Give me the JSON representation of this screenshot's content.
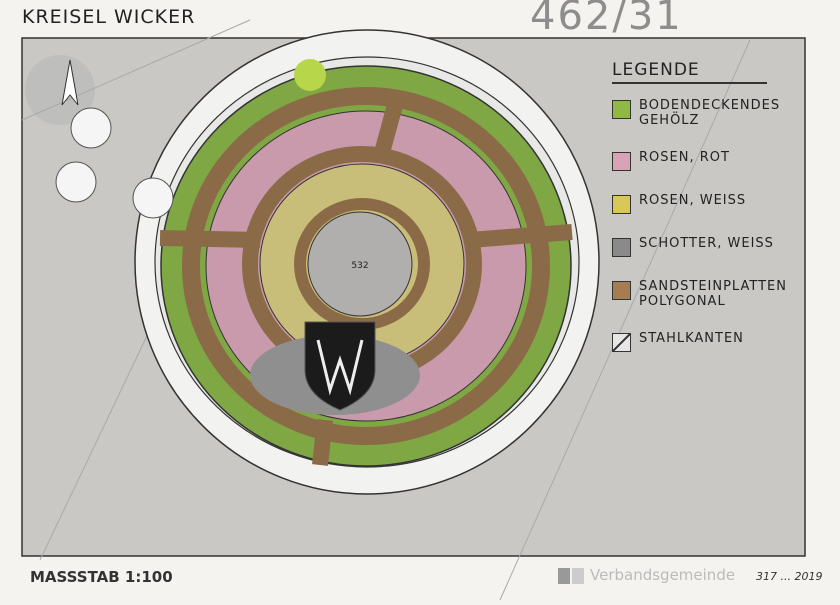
{
  "title": "KREISEL WICKER",
  "parcel_number": "462/31",
  "center_label": "532",
  "legend": {
    "title": "LEGENDE",
    "items": [
      {
        "label": "BODENDECKENDES GEHÖLZ",
        "color": "#8fb845"
      },
      {
        "label": "ROSEN, ROT",
        "color": "#d9a3b6"
      },
      {
        "label": "ROSEN, WEISS",
        "color": "#d8c85a"
      },
      {
        "label": "SCHOTTER, WEISS",
        "color": "#8a8a8a"
      },
      {
        "label": "SANDSTEINPLATTEN POLYGONAL",
        "color": "#a67c52"
      },
      {
        "label": "STAHLKANTEN",
        "color": "#e6e6e6"
      }
    ]
  },
  "scale": "MASSSTAB 1:100",
  "watermark": "Verbandsgemeinde",
  "signature": "317 ... 2019"
}
